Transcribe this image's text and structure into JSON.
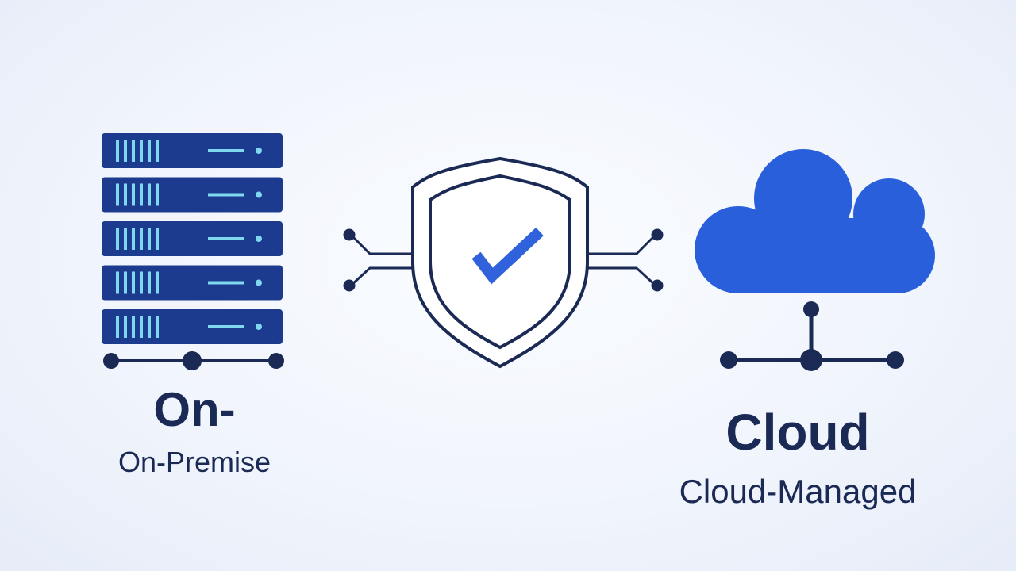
{
  "colors": {
    "navy": "#1b2a55",
    "server_fill": "#1c3a8e",
    "server_led": "#7fd8f0",
    "accent_blue": "#2f62db",
    "cloud_fill": "#2a5fdc"
  },
  "icons": [
    "server-rack-icon",
    "shield-check-icon",
    "cloud-icon",
    "network-node-icon"
  ],
  "left": {
    "title": "On-",
    "subtitle": "On-Premise"
  },
  "right": {
    "title": "Cloud",
    "subtitle": "Cloud-Managed"
  }
}
